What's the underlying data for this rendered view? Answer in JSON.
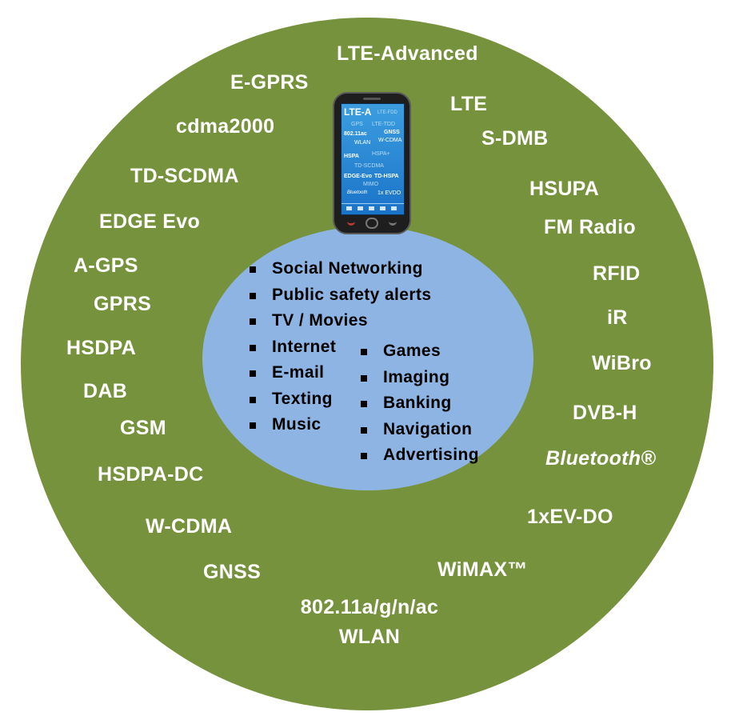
{
  "technologies": {
    "lte_advanced": "LTE-Advanced",
    "e_gprs": "E-GPRS",
    "lte": "LTE",
    "cdma2000": "cdma2000",
    "s_dmb": "S-DMB",
    "td_scdma": "TD-SCDMA",
    "hsupa": "HSUPA",
    "edge_evo": "EDGE Evo",
    "fm_radio": "FM Radio",
    "a_gps": "A-GPS",
    "rfid": "RFID",
    "gprs": "GPRS",
    "ir": "iR",
    "hsdpa": "HSDPA",
    "wibro": "WiBro",
    "dab": "DAB",
    "dvb_h": "DVB-H",
    "gsm": "GSM",
    "bluetooth": "Bluetooth®",
    "hsdpa_dc": "HSDPA-DC",
    "ev_do": "1xEV-DO",
    "w_cdma": "W-CDMA",
    "wimax": "WiMAX™",
    "gnss": "GNSS",
    "wlan_line1": "802.11a/g/n/ac",
    "wlan_line2": "WLAN"
  },
  "applications": {
    "left": [
      "Social Networking",
      "Public safety alerts",
      "TV / Movies",
      "Internet",
      "E-mail",
      "Texting",
      "Music"
    ],
    "right": [
      "Games",
      "Imaging",
      "Banking",
      "Navigation",
      "Advertising"
    ]
  },
  "phone_screen": {
    "lte_a": "LTE-A",
    "lte_fdd": "LTE-FDD",
    "gps": "GPS",
    "lte_tdd": "LTE-TDD",
    "wifi_ac": "802.11ac",
    "gnss": "GNSS",
    "wlan": "WLAN",
    "wcdma": "W-CDMA",
    "hspa": "HSPA",
    "hspa_plus": "HSPA+",
    "td_scdma": "TD-SCDMA",
    "edge_evo": "EDGE-Evo",
    "td_hspa": "TD-HSPA",
    "mimo": "MIMO",
    "bluetooth": "Bluetooth",
    "evdo": "1x EVDO"
  },
  "colors": {
    "outer_ring": "#77923c",
    "inner_circle": "#8eb4e3",
    "tech_text": "#ffffff",
    "app_text": "#000000"
  }
}
